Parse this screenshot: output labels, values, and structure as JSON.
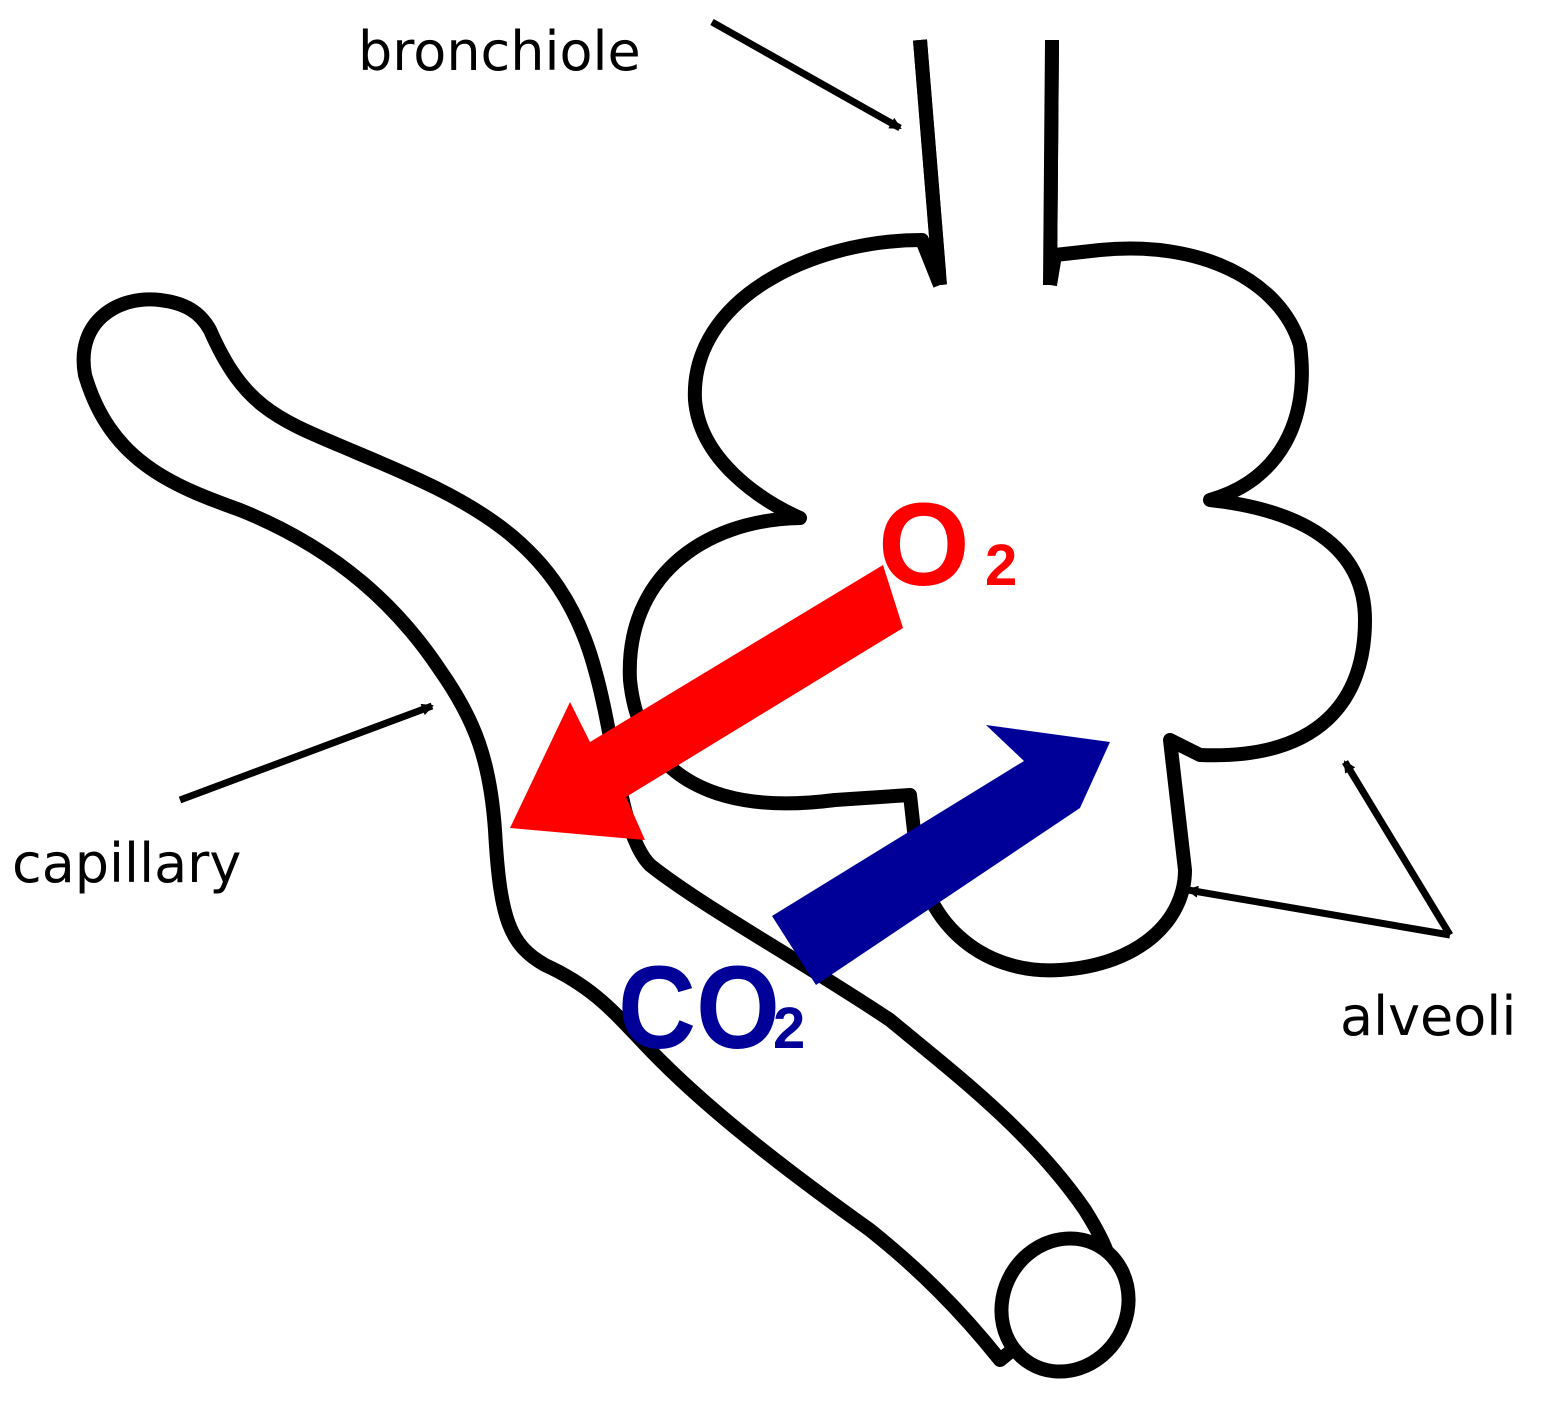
{
  "labels": {
    "bronchiole": "bronchiole",
    "capillary": "capillary",
    "alveoli": "alveoli"
  },
  "gases": {
    "oxygen": {
      "symbol": "O",
      "subscript": "2",
      "color": "#ff0000"
    },
    "carbon_dioxide": {
      "symbol": "CO",
      "subscript": "2",
      "color": "#000099"
    }
  },
  "colors": {
    "outline": "#000000",
    "background": "#ffffff"
  }
}
